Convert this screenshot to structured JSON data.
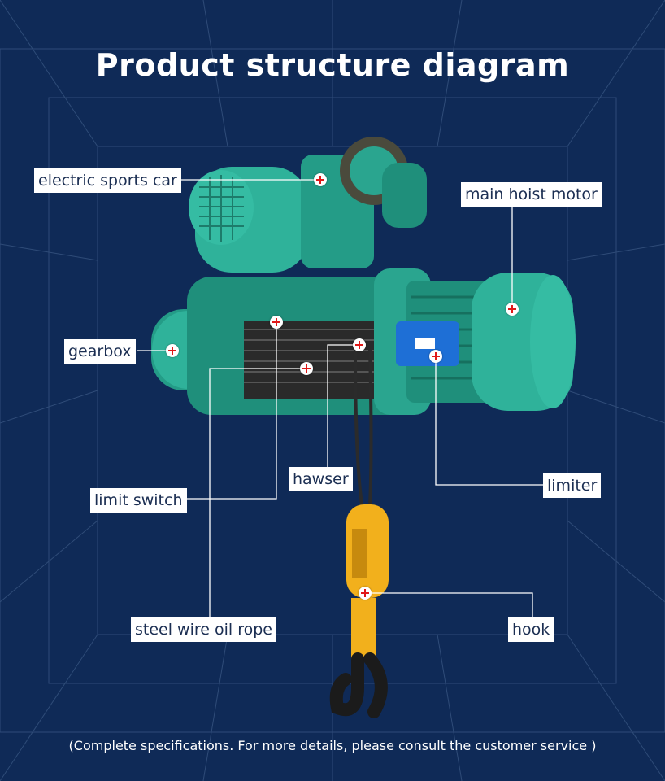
{
  "title": "Product structure diagram",
  "labels": {
    "electric_sports_car": "electric sports car",
    "main_hoist_motor": "main hoist motor",
    "gearbox": "gearbox",
    "hawser": "hawser",
    "limiter": "limiter",
    "limit_switch": "limit switch",
    "steel_wire_oil_rope": "steel wire oil rope",
    "hook": "hook"
  },
  "footer": "(Complete specifications. For more details, please consult the customer service )",
  "colors": {
    "background": "#0f2a57",
    "grid_line": "#3d5a86",
    "hoist_body": "#2aa58f",
    "hook": "#f2b01c",
    "marker_cross": "#e01818",
    "label_bg": "#ffffff"
  }
}
